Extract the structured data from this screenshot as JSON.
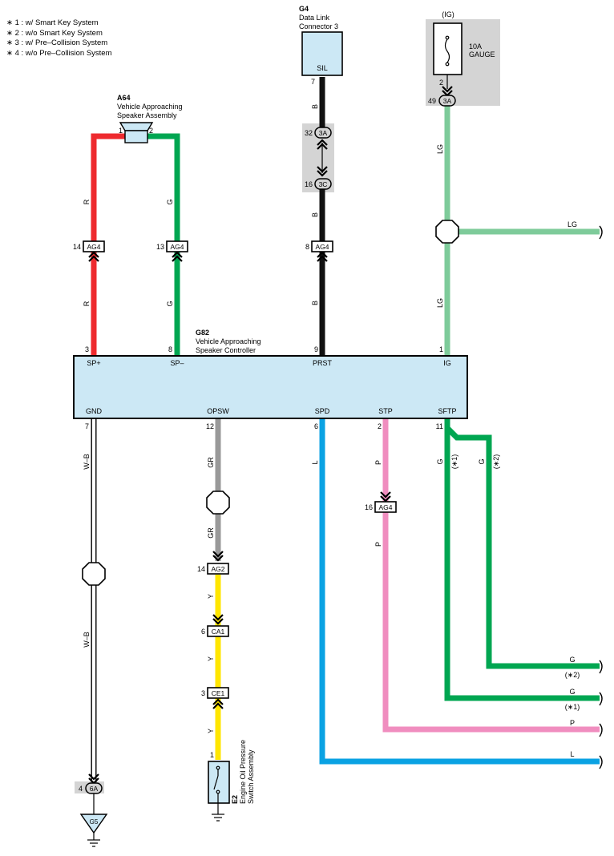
{
  "notes": [
    "∗ 1 : w/ Smart Key System",
    "∗ 2 : w/o Smart Key System",
    "∗ 3 : w/ Pre–Collision System",
    "∗ 4 : w/o Pre–Collision System"
  ],
  "colors": {
    "R": "#ee2a2e",
    "G": "#00a651",
    "B": "#111111",
    "LG": "#7ecb9a",
    "GR": "#999999",
    "Y": "#ffe600",
    "L": "#0aa2e3",
    "P": "#f08dbf",
    "component_fill": "#cce8f5",
    "shade": "#d4d4d4"
  },
  "components": {
    "a64": {
      "id": "A64",
      "name1": "Vehicle Approaching",
      "name2": "Speaker Assembly",
      "pin1": "1",
      "pin2": "2"
    },
    "g4": {
      "id": "G4",
      "name1": "Data Link",
      "name2": "Connector 3",
      "label": "SIL",
      "pin": "7"
    },
    "fuse": {
      "title": "(IG)",
      "rating": "10A",
      "name": "GAUGE",
      "pin": "2",
      "conn_pin": "49",
      "conn": "3A"
    },
    "g82": {
      "id": "G82",
      "name1": "Vehicle Approaching",
      "name2": "Speaker Controller",
      "pins_top": [
        {
          "num": "3",
          "label": "SP+"
        },
        {
          "num": "8",
          "label": "SP–"
        },
        {
          "num": "9",
          "label": "PRST"
        },
        {
          "num": "1",
          "label": "IG"
        }
      ],
      "pins_bottom": [
        {
          "num": "7",
          "label": "GND"
        },
        {
          "num": "12",
          "label": "OPSW"
        },
        {
          "num": "6",
          "label": "SPD"
        },
        {
          "num": "2",
          "label": "STP"
        },
        {
          "num": "11",
          "label": "SFTP"
        }
      ]
    },
    "e2": {
      "id": "E2",
      "name1": "Engine Oil Pressure",
      "name2": "Switch Assembly",
      "pin": "1"
    },
    "g5": {
      "id": "G5"
    }
  },
  "connectors": {
    "ag4_r": {
      "pin": "14",
      "name": "AG4"
    },
    "ag4_g": {
      "pin": "13",
      "name": "AG4"
    },
    "ag4_b": {
      "pin": "8",
      "name": "AG4"
    },
    "c3a": {
      "pin": "32",
      "name": "3A"
    },
    "c3c": {
      "pin": "16",
      "name": "3C"
    },
    "ag4_p": {
      "pin": "16",
      "name": "AG4"
    },
    "ag2": {
      "pin": "14",
      "name": "AG2"
    },
    "ca1": {
      "pin": "6",
      "name": "CA1"
    },
    "ce1": {
      "pin": "3",
      "name": "CE1"
    },
    "c6a": {
      "pin": "4",
      "name": "6A"
    }
  },
  "wires": {
    "r_upper": "R",
    "r_lower": "R",
    "g_upper": "G",
    "g_lower": "G",
    "b_upper": "B",
    "b_mid": "B",
    "b_lower": "B",
    "lg_upper": "LG",
    "lg_lower": "LG",
    "lg_right": "LG",
    "wb_upper": "W–B",
    "wb_lower": "W–B",
    "gr_upper": "GR",
    "gr_lower": "GR",
    "y1": "Y",
    "y2": "Y",
    "y3": "Y",
    "l_vert": "L",
    "p_upper": "P",
    "p_lower": "P",
    "g_sftp1": "G",
    "g_sftp1_note": "(∗1)",
    "g_sftp2": "G",
    "g_sftp2_note": "(∗2)"
  },
  "outputs": [
    {
      "color": "G",
      "note": "(∗2)"
    },
    {
      "color": "G",
      "note": "(∗1)"
    },
    {
      "color": "P"
    },
    {
      "color": "L"
    }
  ]
}
